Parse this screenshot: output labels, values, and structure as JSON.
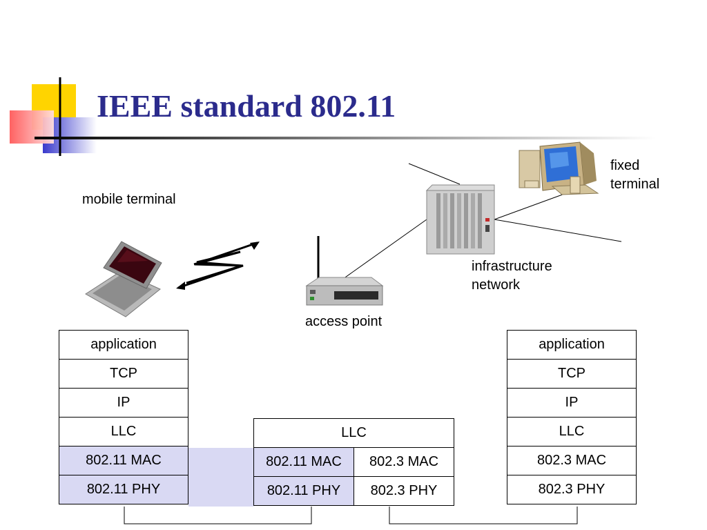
{
  "slide": {
    "title": "IEEE standard 802.11"
  },
  "labels": {
    "mobile_terminal": "mobile terminal",
    "fixed_terminal_line1": "fixed",
    "fixed_terminal_line2": "terminal",
    "infrastructure_line1": "infrastructure",
    "infrastructure_line2": "network",
    "access_point": "access point"
  },
  "stacks": {
    "mobile": [
      "application",
      "TCP",
      "IP",
      "LLC",
      "802.11 MAC",
      "802.11 PHY"
    ],
    "access_point": {
      "llc": "LLC",
      "left_mac": "802.11 MAC",
      "left_phy": "802.11 PHY",
      "right_mac": "802.3 MAC",
      "right_phy": "802.3 PHY"
    },
    "fixed": [
      "application",
      "TCP",
      "IP",
      "LLC",
      "802.3 MAC",
      "802.3 PHY"
    ]
  },
  "colors": {
    "title": "#2b2b8c",
    "wireless_layer_fill": "#d9d9f3",
    "accent_yellow": "#ffd400",
    "accent_red": "#ff4d4d",
    "accent_blue": "#3a3acc"
  },
  "icons": {
    "mobile": "laptop-icon",
    "access_point": "access-point-icon",
    "infrastructure": "server-rack-icon",
    "fixed": "desktop-computer-icon",
    "link": "wireless-link-icon"
  }
}
